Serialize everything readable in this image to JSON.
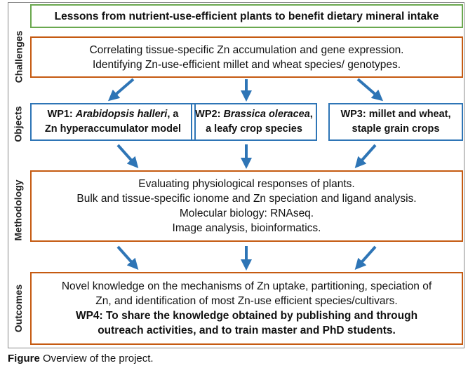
{
  "title": "Lessons from nutrient-use-efficient plants to benefit dietary mineral intake",
  "rows": {
    "challenges": "Challenges",
    "objects": "Objects",
    "methodology": "Methodology",
    "outcomes": "Outcomes"
  },
  "challenges": {
    "line1": "Correlating tissue-specific Zn accumulation and gene expression.",
    "line2": "Identifying Zn-use-efficient millet and wheat species/ genotypes."
  },
  "objects": {
    "wp1": {
      "prefix": "WP1:",
      "italic": "Arabidopsis halleri",
      "suffix": ", a",
      "line2": "Zn hyperaccumulator model"
    },
    "wp2": {
      "prefix": "WP2:",
      "italic": "Brassica oleracea",
      "suffix": ",",
      "line2": "a leafy crop species"
    },
    "wp3": {
      "line1": "WP3: millet and wheat,",
      "line2": "staple grain crops"
    }
  },
  "methodology": {
    "line1": "Evaluating physiological responses of plants.",
    "line2": "Bulk and tissue-specific ionome and Zn speciation and ligand analysis.",
    "line3": "Molecular biology: RNAseq.",
    "line4": "Image analysis, bioinformatics."
  },
  "outcomes": {
    "line1": "Novel knowledge on the mechanisms of Zn uptake, partitioning, speciation of",
    "line2": "Zn, and identification of most Zn-use efficient species/cultivars.",
    "bold1": "WP4: To share the knowledge obtained by publishing and through",
    "bold2": "outreach activities, and to train master and PhD students."
  },
  "caption": {
    "label": "Figure",
    "text": " Overview of the project."
  },
  "colors": {
    "green": "#6aa84f",
    "orange": "#c55a11",
    "blue": "#2e75b6"
  }
}
